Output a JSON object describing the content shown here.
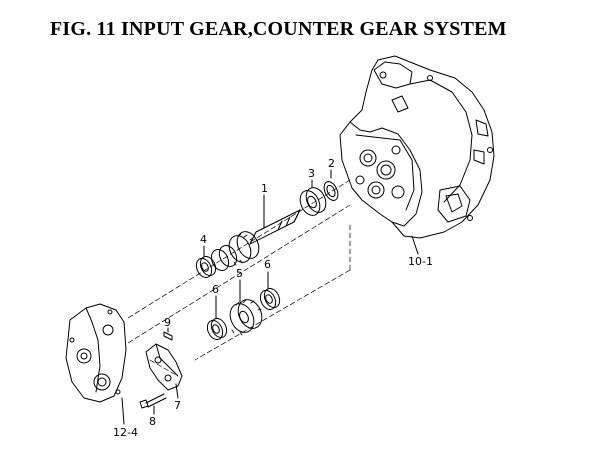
{
  "title": "FIG. 11  INPUT GEAR,COUNTER GEAR SYSTEM",
  "callouts": {
    "c1": "1",
    "c2": "2",
    "c3": "3",
    "c4": "4",
    "c5": "5",
    "c6a": "6",
    "c6b": "6",
    "c7": "7",
    "c8": "8",
    "c9": "9",
    "c10_1": "10-1",
    "c12_4": "12-4"
  }
}
